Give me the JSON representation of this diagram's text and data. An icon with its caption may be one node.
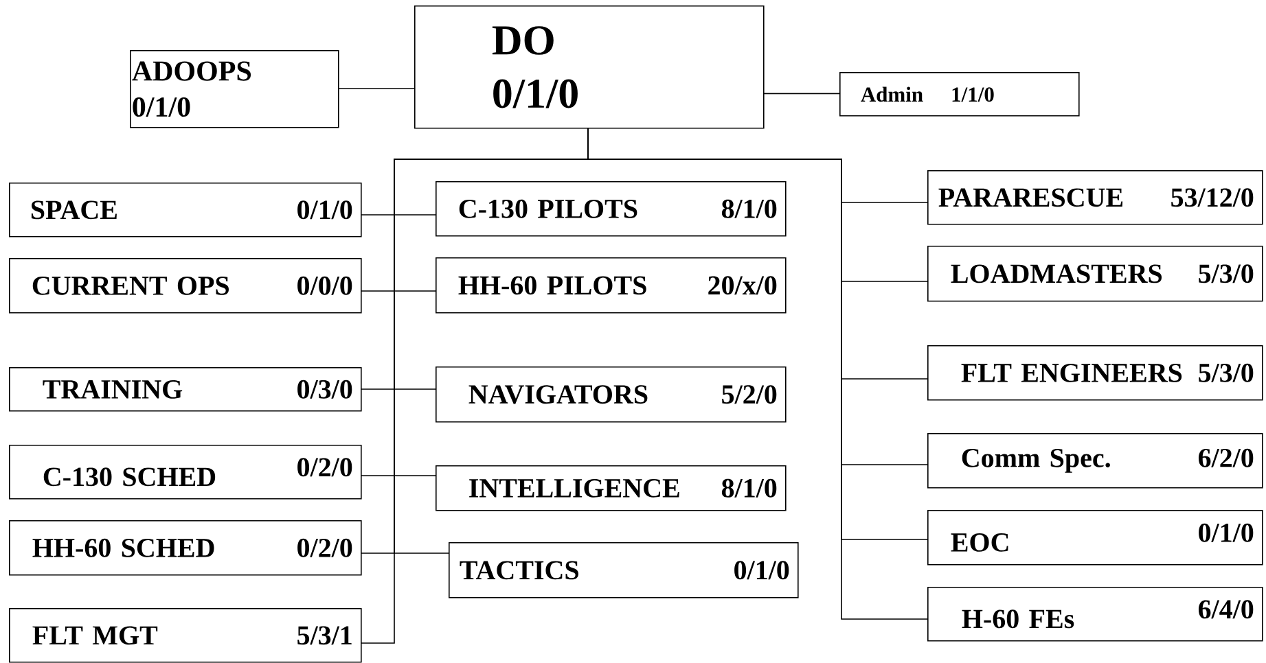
{
  "diagram": {
    "nodes": [
      {
        "text": [
          "DO",
          "0/1/0"
        ]
      },
      {
        "text": [
          "ADOOPS",
          "0/1/0"
        ]
      },
      {
        "text": [
          "Admin",
          "1/1/0"
        ]
      },
      {
        "text": [
          "SPACE",
          "0/1/0"
        ]
      },
      {
        "text": [
          "CURRENT OPS",
          "0/0/0"
        ]
      },
      {
        "text": [
          "TRAINING",
          "0/3/0"
        ]
      },
      {
        "text": [
          "C-130 SCHED",
          "0/2/0"
        ]
      },
      {
        "text": [
          "HH-60  SCHED",
          "0/2/0"
        ]
      },
      {
        "text": [
          "FLT MGT",
          "5/3/1"
        ]
      },
      {
        "text": [
          "C-130 PILOTS",
          "8/1/0"
        ]
      },
      {
        "text": [
          "HH-60 PILOTS",
          "20/x/0"
        ]
      },
      {
        "text": [
          "NAVIGATORS",
          "5/2/0"
        ]
      },
      {
        "text": [
          "INTELLIGENCE",
          "8/1/0"
        ]
      },
      {
        "text": [
          "TACTICS",
          "0/1/0"
        ]
      },
      {
        "text": [
          "PARARESCUE",
          "53/12/0"
        ]
      },
      {
        "text": [
          "LOADMASTERS",
          "5/3/0"
        ]
      },
      {
        "text": [
          "FLT ENGINEERS",
          "5/3/0"
        ]
      },
      {
        "text": [
          "Comm Spec.",
          "6/2/0"
        ]
      },
      {
        "text": [
          "EOC",
          "0/1/0"
        ]
      },
      {
        "text": [
          "H-60 FEs",
          "6/4/0"
        ]
      }
    ],
    "edges": [
      {
        "from": 0,
        "to": 1,
        "arrow": "none"
      },
      {
        "from": 0,
        "to": 2,
        "arrow": "none"
      },
      {
        "from": 0,
        "to": 3,
        "arrow": "none"
      },
      {
        "from": 0,
        "to": 4,
        "arrow": "none"
      },
      {
        "from": 0,
        "to": 5,
        "arrow": "none"
      },
      {
        "from": 0,
        "to": 6,
        "arrow": "none"
      },
      {
        "from": 0,
        "to": 7,
        "arrow": "none"
      },
      {
        "from": 0,
        "to": 8,
        "arrow": "none"
      },
      {
        "from": 0,
        "to": 9,
        "arrow": "none"
      },
      {
        "from": 0,
        "to": 10,
        "arrow": "none"
      },
      {
        "from": 0,
        "to": 11,
        "arrow": "none"
      },
      {
        "from": 0,
        "to": 12,
        "arrow": "none"
      },
      {
        "from": 0,
        "to": 13,
        "arrow": "none"
      },
      {
        "from": 0,
        "to": 14,
        "arrow": "none"
      },
      {
        "from": 0,
        "to": 15,
        "arrow": "none"
      },
      {
        "from": 0,
        "to": 16,
        "arrow": "none"
      },
      {
        "from": 0,
        "to": 17,
        "arrow": "none"
      },
      {
        "from": 0,
        "to": 18,
        "arrow": "none"
      },
      {
        "from": 0,
        "to": 19,
        "arrow": "none"
      }
    ]
  }
}
